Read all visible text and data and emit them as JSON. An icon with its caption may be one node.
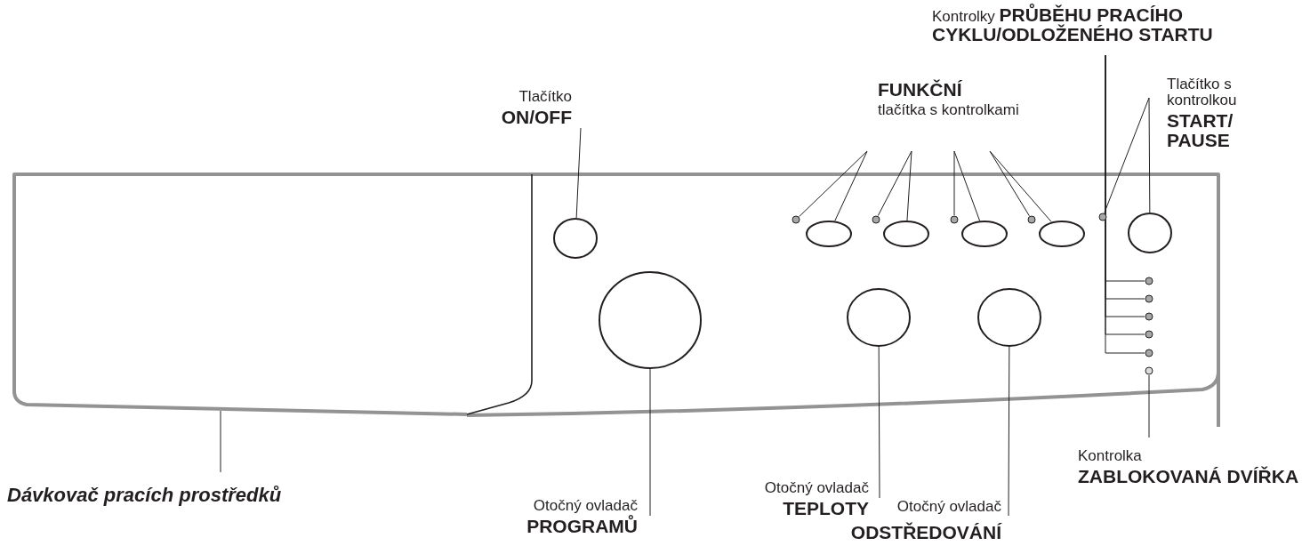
{
  "diagram": {
    "nodes": [
      {
        "text": [
          "Kontrolky **PRŮBĚHU PRACÍHO CYKLU/ODLOŽENÉHO STARTU**"
        ]
      },
      {
        "text": [
          "Tlačítko",
          "ON/OFF"
        ]
      },
      {
        "text": [
          "FUNKČNÍ",
          "tlačítka s kontrolkami"
        ]
      },
      {
        "text": [
          "Tlačítko s kontrolkou",
          "START/ PAUSE"
        ]
      },
      {
        "text": [
          "Dávkovač pracích prostředků"
        ]
      },
      {
        "text": [
          "Otočný ovladač",
          "PROGRAMŮ"
        ]
      },
      {
        "text": [
          "Otočný ovladač",
          "TEPLOTY"
        ]
      },
      {
        "text": [
          "Otočný ovladač",
          "ODSTŘEDOVÁNÍ"
        ]
      },
      {
        "text": [
          "Kontrolka",
          "ZABLOKOVANÁ DVÍŘKA"
        ]
      },
      {
        "text": [],
        "shape": "box"
      },
      {
        "text": [],
        "shape": "circle"
      },
      {
        "text": [],
        "shape": "circle"
      },
      {
        "text": [],
        "shape": "circle"
      },
      {
        "text": [],
        "shape": "ellipse"
      },
      {
        "text": [],
        "shape": "circle"
      },
      {
        "text": [],
        "shape": "ellipse"
      },
      {
        "text": [],
        "shape": "circle"
      },
      {
        "text": [],
        "shape": "ellipse"
      },
      {
        "text": [],
        "shape": "circle"
      },
      {
        "text": [],
        "shape": "ellipse"
      },
      {
        "text": [],
        "shape": "circle"
      },
      {
        "text": [],
        "shape": "circle"
      },
      {
        "text": [],
        "shape": "circle"
      },
      {
        "text": [],
        "shape": "circle"
      },
      {
        "text": [],
        "shape": "circle"
      },
      {
        "text": [],
        "shape": "circle"
      },
      {
        "text": [],
        "shape": "circle"
      },
      {
        "text": [],
        "shape": "circle"
      },
      {
        "text": [],
        "shape": "circle"
      },
      {
        "text": [],
        "shape": "circle"
      }
    ],
    "edges": [
      {
        "from": 1,
        "to": 10,
        "arrow": "none"
      },
      {
        "from": 2,
        "to": 12,
        "arrow": "none"
      },
      {
        "from": 2,
        "to": 13,
        "arrow": "none"
      },
      {
        "from": 2,
        "to": 14,
        "arrow": "none"
      },
      {
        "from": 2,
        "to": 15,
        "arrow": "none"
      },
      {
        "from": 2,
        "to": 16,
        "arrow": "none"
      },
      {
        "from": 2,
        "to": 17,
        "arrow": "none"
      },
      {
        "from": 2,
        "to": 18,
        "arrow": "none"
      },
      {
        "from": 2,
        "to": 19,
        "arrow": "none"
      },
      {
        "from": 3,
        "to": 20,
        "arrow": "none"
      },
      {
        "from": 3,
        "to": 21,
        "arrow": "none"
      },
      {
        "from": 0,
        "to": 24,
        "arrow": "none"
      },
      {
        "from": 0,
        "to": 25,
        "arrow": "none"
      },
      {
        "from": 0,
        "to": 26,
        "arrow": "none"
      },
      {
        "from": 0,
        "to": 27,
        "arrow": "none"
      },
      {
        "from": 0,
        "to": 28,
        "arrow": "none"
      },
      {
        "from": 4,
        "to": 9,
        "arrow": "none"
      },
      {
        "from": 5,
        "to": 11,
        "arrow": "none"
      },
      {
        "from": 6,
        "to": 22,
        "arrow": "none"
      },
      {
        "from": 7,
        "to": 23,
        "arrow": "none"
      },
      {
        "from": 8,
        "to": 29,
        "arrow": "none"
      }
    ]
  }
}
